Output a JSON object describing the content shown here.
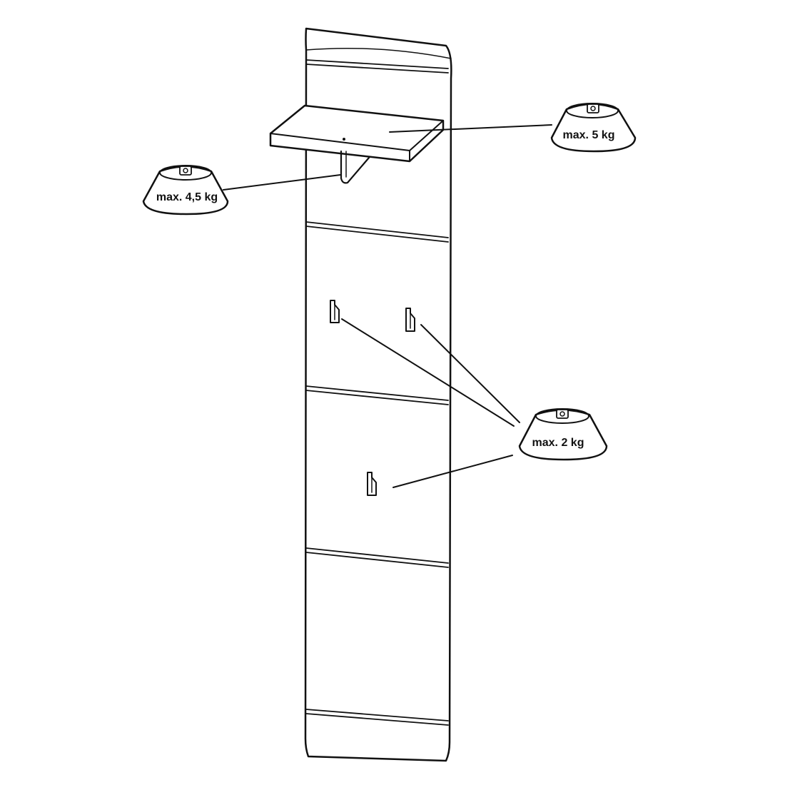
{
  "diagram": {
    "stroke_color": "#111111",
    "background_color": "#ffffff",
    "weight_labels": {
      "shelf": "max. 5 kg",
      "shelf_hanger": "max. 4,5 kg",
      "hooks": "max. 2 kg"
    },
    "icons": [
      "weight-icon",
      "hook-icon",
      "shelf-icon",
      "panel-icon"
    ]
  }
}
